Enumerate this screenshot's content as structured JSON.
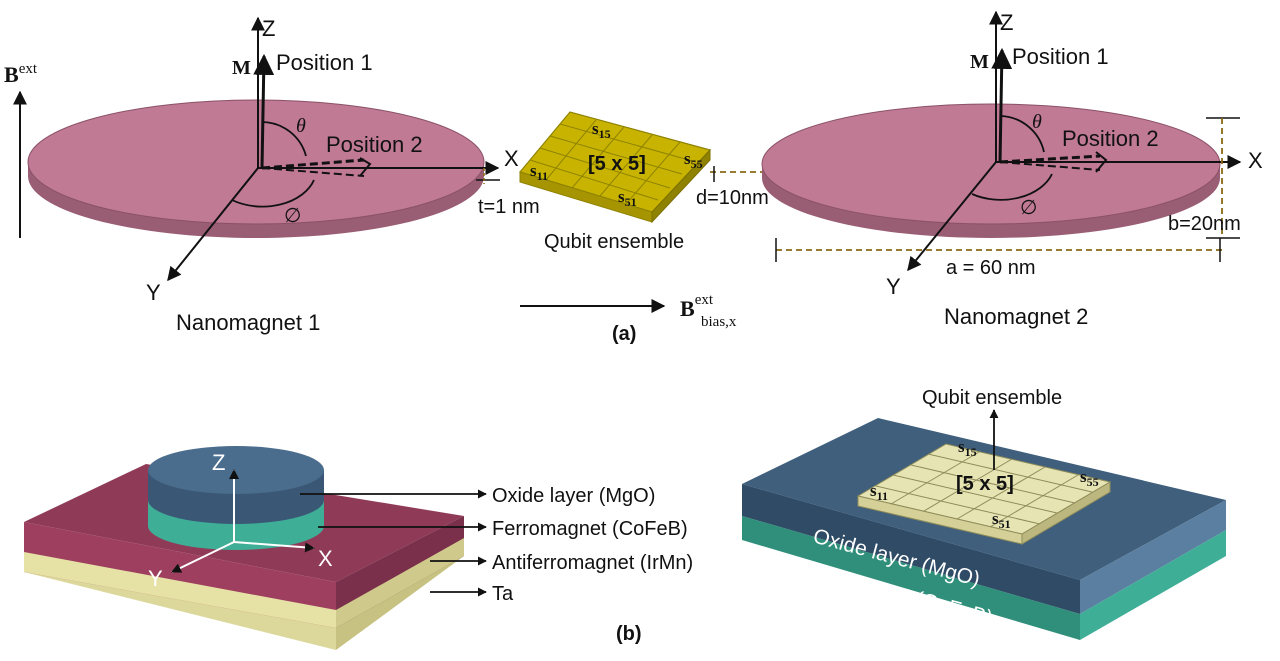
{
  "panel_a": {
    "b_ext_label": "B",
    "b_ext_sup": "ext",
    "b_bias_label": "B",
    "b_bias_sup": "ext",
    "b_bias_sub": "bias,x",
    "caption": "(a)",
    "nanomagnet1": {
      "name": "Nanomagnet 1",
      "axis_z": "Z",
      "axis_x": "X",
      "axis_y": "Y",
      "m_label": "M",
      "position1": "Position 1",
      "position2": "Position 2",
      "theta": "θ",
      "phi": "∅",
      "thickness": "t=1 nm"
    },
    "qubit_ensemble": {
      "label": "Qubit ensemble",
      "grid": "[5 x 5]",
      "s15": "15",
      "s55": "55",
      "s11": "11",
      "s51": "51",
      "s_letter": "s",
      "distance": "d=10nm"
    },
    "nanomagnet2": {
      "name": "Nanomagnet 2",
      "axis_z": "Z",
      "axis_x": "X",
      "axis_y": "Y",
      "m_label": "M",
      "position1": "Position 1",
      "position2": "Position 2",
      "theta": "θ",
      "phi": "∅",
      "dim_a": "a = 60 nm",
      "dim_b": "b=20nm"
    }
  },
  "panel_b": {
    "caption": "(b)",
    "stack": {
      "axis_z": "Z",
      "axis_x": "X",
      "axis_y": "Y",
      "oxide": "Oxide layer (MgO)",
      "ferromagnet": "Ferromagnet (CoFeB)",
      "antiferromagnet": "Antiferromagnet (IrMn)",
      "ta": "Ta"
    },
    "right": {
      "qubit_label": "Qubit ensemble",
      "grid": "[5 x 5]",
      "s_letter": "s",
      "s15": "15",
      "s55": "55",
      "s11": "11",
      "s51": "51",
      "oxide": "Oxide layer (MgO)",
      "ferromagnet": "Ferromagnet (CoFeB)"
    }
  },
  "colors": {
    "disk_top": "#c07a93",
    "disk_side": "#9a5e74",
    "qubit_gold": "#c8b400",
    "qubit_gold_dark": "#8f8200",
    "oxide": "#3f5f7c",
    "ferro": "#3fae96",
    "afm": "#9e3f60",
    "ta": "#e6e2a6",
    "dim_line": "#8b6a14"
  }
}
